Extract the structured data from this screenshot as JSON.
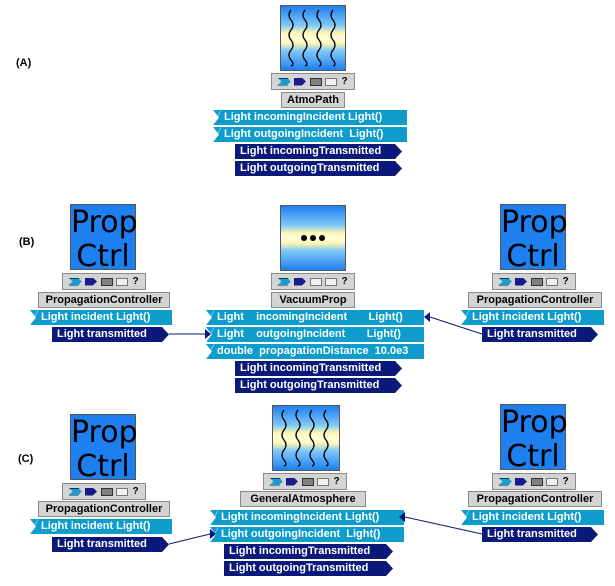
{
  "sections": [
    {
      "id": "A",
      "label": "(A)"
    },
    {
      "id": "B",
      "label": "(B)"
    },
    {
      "id": "C",
      "label": "(C)"
    }
  ],
  "icons": {
    "prop_ctrl_line1": "Prop",
    "prop_ctrl_line2": "Ctrl",
    "vacuum_dots": "•••",
    "toolbar_help": "?"
  },
  "colors": {
    "input_port": "#0e9ccc",
    "output_port": "#0b1a7a",
    "prop_ctrl_icon": "#1e7ff0",
    "component_title_bg": "#d4d4d4",
    "wire": "#0b1a7a"
  },
  "diagram": {
    "A": {
      "atmo_path": {
        "title": "AtmoPath",
        "ports": [
          {
            "kind": "input",
            "label": "Light incomingIncident Light()"
          },
          {
            "kind": "input",
            "label": "Light outgoingIncident  Light()"
          },
          {
            "kind": "output",
            "label": "Light incomingTransmitted"
          },
          {
            "kind": "output",
            "label": "Light outgoingTransmitted"
          }
        ]
      }
    },
    "B": {
      "left_controller": {
        "title": "PropagationController",
        "ports": [
          {
            "kind": "input",
            "label": "Light incident Light()"
          },
          {
            "kind": "output",
            "label": "Light transmitted"
          }
        ]
      },
      "vacuum_prop": {
        "title": "VacuumProp",
        "ports": [
          {
            "kind": "input",
            "label": "Light    incomingIncident       Light()"
          },
          {
            "kind": "input",
            "label": "Light    outgoingIncident       Light()"
          },
          {
            "kind": "input",
            "label": "double  propagationDistance  10.0e3"
          },
          {
            "kind": "output",
            "label": "Light incomingTransmitted"
          },
          {
            "kind": "output",
            "label": "Light outgoingTransmitted"
          }
        ]
      },
      "right_controller": {
        "title": "PropagationController",
        "ports": [
          {
            "kind": "input",
            "label": "Light incident Light()"
          },
          {
            "kind": "output",
            "label": "Light transmitted"
          }
        ]
      }
    },
    "C": {
      "left_controller": {
        "title": "PropagationController",
        "ports": [
          {
            "kind": "input",
            "label": "Light incident Light()"
          },
          {
            "kind": "output",
            "label": "Light transmitted"
          }
        ]
      },
      "general_atmosphere": {
        "title": "GeneralAtmosphere",
        "ports": [
          {
            "kind": "input",
            "label": "Light incomingIncident Light()"
          },
          {
            "kind": "input",
            "label": "Light outgoingIncident  Light()"
          },
          {
            "kind": "output",
            "label": "Light incomingTransmitted"
          },
          {
            "kind": "output",
            "label": "Light outgoingTransmitted"
          }
        ]
      },
      "right_controller": {
        "title": "PropagationController",
        "ports": [
          {
            "kind": "input",
            "label": "Light incident Light()"
          },
          {
            "kind": "output",
            "label": "Light transmitted"
          }
        ]
      }
    }
  }
}
